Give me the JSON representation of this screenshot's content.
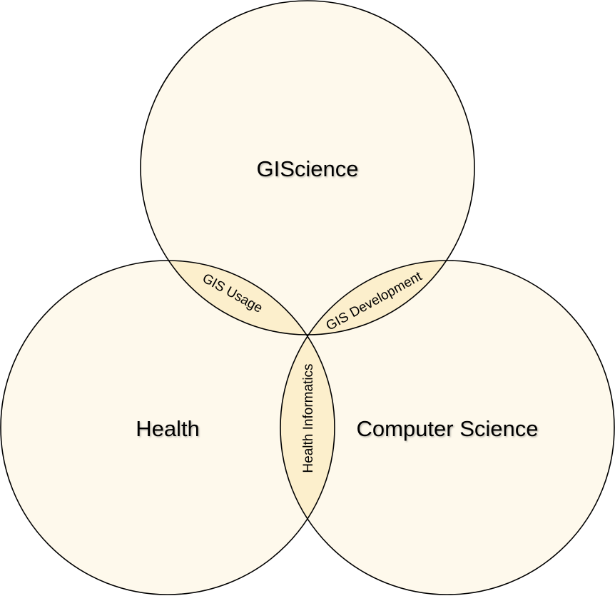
{
  "diagram": {
    "colors": {
      "fill": "#fef9ec",
      "overlap_fill": "#fcefcc",
      "stroke": "#000000"
    },
    "sets": {
      "top": "GIScience",
      "left": "Health",
      "right": "Computer Science"
    },
    "intersections": {
      "top_left": "GIS Usage",
      "top_right": "GIS Development",
      "left_right": "Health Informatics"
    }
  }
}
